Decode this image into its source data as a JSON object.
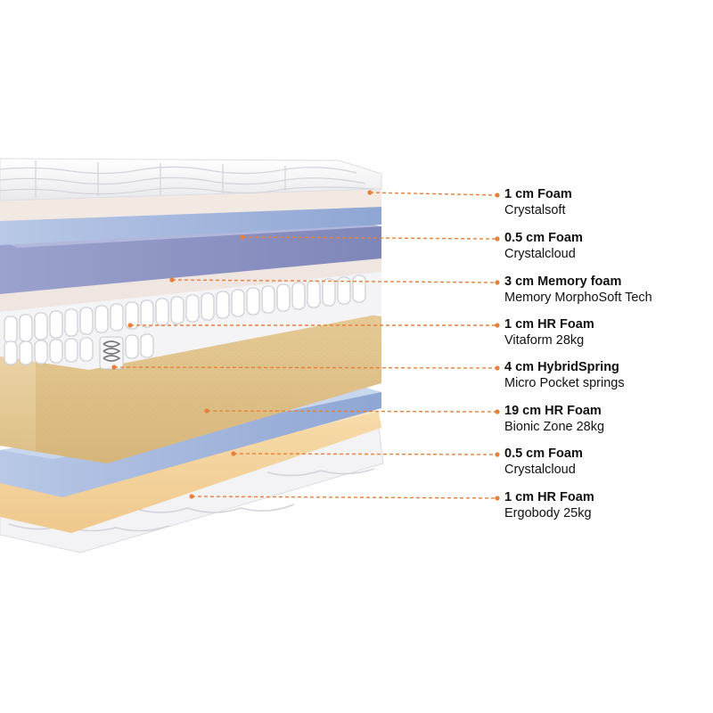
{
  "colors": {
    "leader": "#E8803A",
    "quilt_cover": "#F7F7F8",
    "crystalsoft": "#F3E9E3",
    "crystalcloud": "#9EB3DA",
    "memory_foam": "#8F96C4",
    "hr_vitaform": "#EFE6E2",
    "springs": "#F2F2F2",
    "bionic_zone": "#E2C58F",
    "crystalcloud_lower": "#A8BEE2",
    "ergobody": "#F2D3A0"
  },
  "layers": [
    {
      "id": "crystalsoft",
      "title": "1 cm Foam",
      "subtitle": "Crystalsoft"
    },
    {
      "id": "crystalcloud",
      "title": "0.5 cm Foam",
      "subtitle": "Crystalcloud"
    },
    {
      "id": "memory",
      "title": "3 cm Memory foam",
      "subtitle": "Memory MorphoSoft Tech"
    },
    {
      "id": "hr-vitaform",
      "title": "1 cm HR Foam",
      "subtitle": "Vitaform 28kg"
    },
    {
      "id": "hybridspring",
      "title": "4 cm HybridSpring",
      "subtitle": "Micro Pocket springs"
    },
    {
      "id": "bionic",
      "title": "19 cm HR Foam",
      "subtitle": "Bionic Zone 28kg"
    },
    {
      "id": "crystalcloud2",
      "title": "0.5 cm Foam",
      "subtitle": "Crystalcloud"
    },
    {
      "id": "ergobody",
      "title": "1 cm HR Foam",
      "subtitle": "Ergobody 25kg"
    }
  ]
}
